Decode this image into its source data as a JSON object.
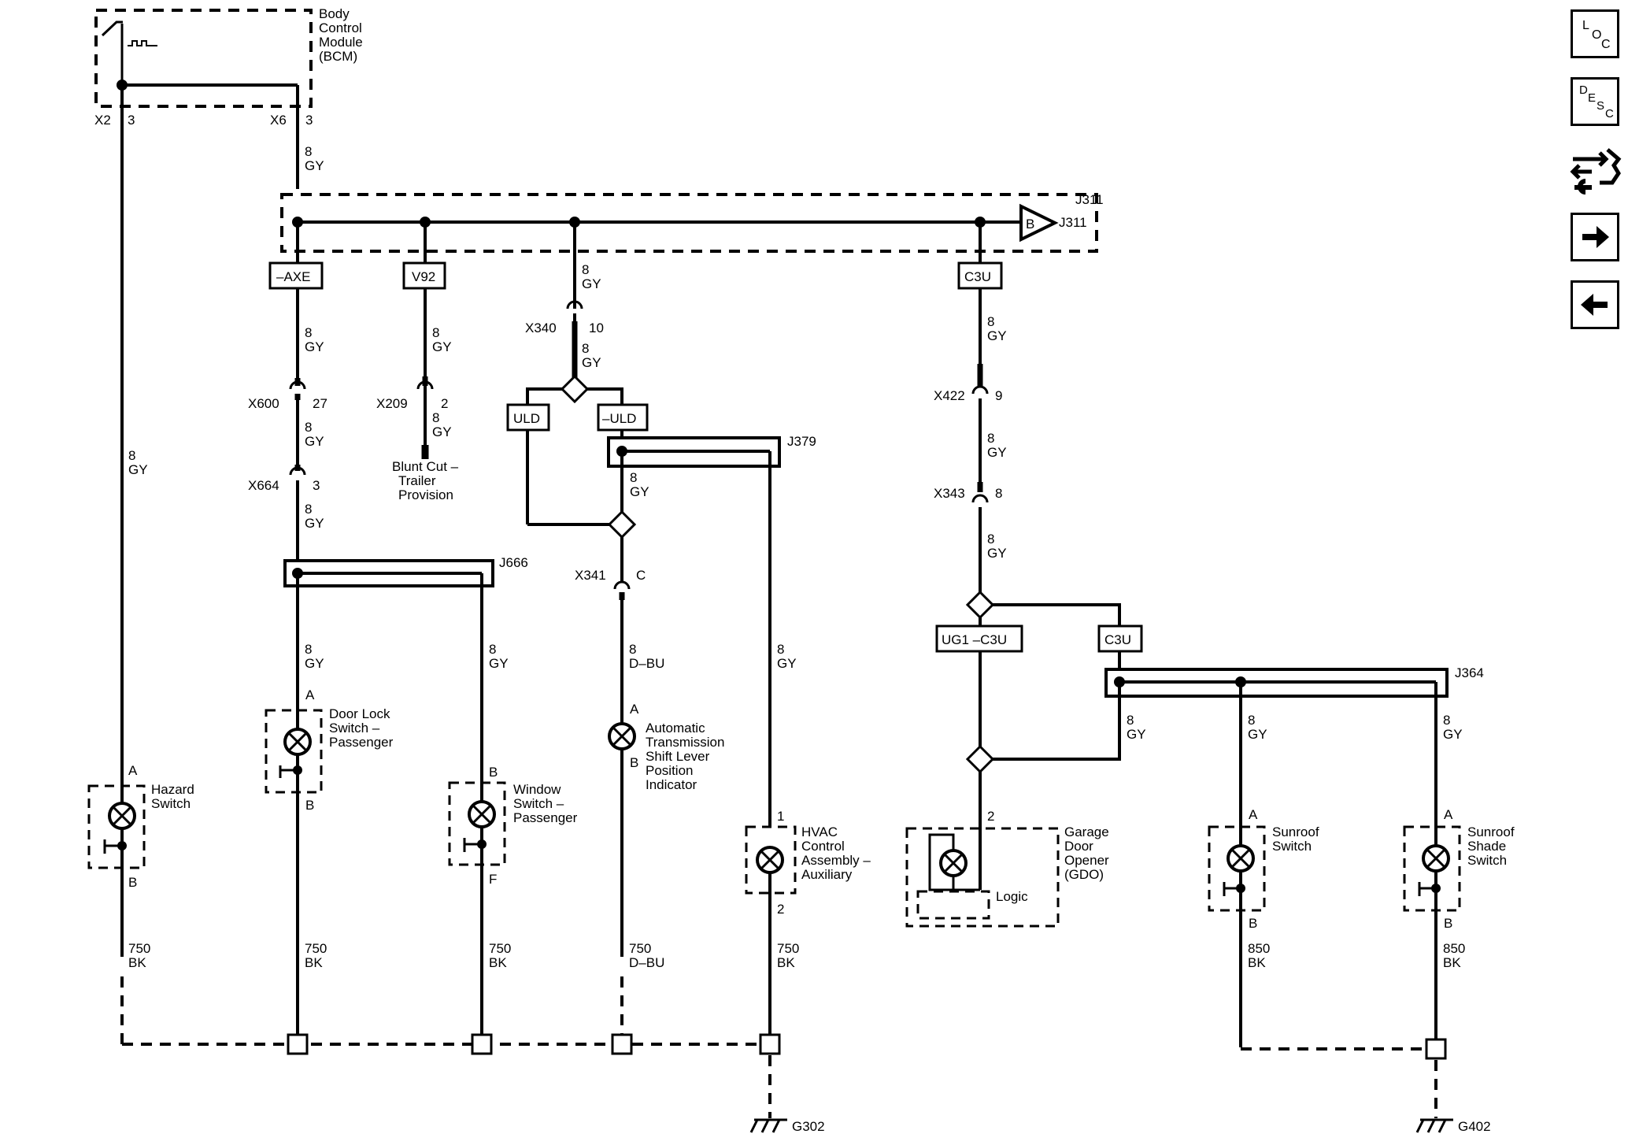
{
  "modules": {
    "bcm": [
      "Body",
      "Control",
      "Module",
      "(BCM)"
    ],
    "hazard": [
      "Hazard",
      "Switch"
    ],
    "door_lock": [
      "Door Lock",
      "Switch –",
      "Passenger"
    ],
    "window": [
      "Window",
      "Switch –",
      "Passenger"
    ],
    "trans": [
      "Automatic",
      "Transmission",
      "Shift Lever",
      "Position",
      "Indicator"
    ],
    "hvac": [
      "HVAC",
      "Control",
      "Assembly –",
      "Auxiliary"
    ],
    "gdo": [
      "Garage",
      "Door",
      "Opener",
      "(GDO)"
    ],
    "gdo_logic": "Logic",
    "sunroof": [
      "Sunroof",
      "Switch"
    ],
    "sunroof_shade": [
      "Sunroof",
      "Shade",
      "Switch"
    ],
    "blunt_cut": [
      "Blunt Cut –",
      "Trailer",
      "Provision"
    ]
  },
  "options": {
    "axe": "–AXE",
    "v92": "V92",
    "c3u_top": "C3U",
    "uld": "ULD",
    "nuld": "–ULD",
    "ug1": "UG1 –C3U",
    "c3u_low": "C3U"
  },
  "splices": {
    "j311": "J311",
    "j311_ref": "J311",
    "j311_letter": "B",
    "j379": "J379",
    "j666": "J666",
    "j364": "J364"
  },
  "connectors": {
    "x2": "X2",
    "x2_pin": "3",
    "x6": "X6",
    "x6_pin": "3",
    "x340": "X340",
    "x340_pin": "10",
    "x600": "X600",
    "x600_pin": "27",
    "x209": "X209",
    "x209_pin": "2",
    "x664": "X664",
    "x664_pin": "3",
    "x341": "X341",
    "x341_pin": "C",
    "x422": "X422",
    "x422_pin": "9",
    "x343": "X343",
    "x343_pin": "8"
  },
  "pins": {
    "A": "A",
    "B": "B",
    "F": "F",
    "1": "1",
    "2": "2"
  },
  "wires": {
    "w8": "8",
    "gy": "GY",
    "dbu": "D–BU",
    "w750": "750",
    "w850": "850",
    "bk": "BK"
  },
  "grounds": {
    "g302": "G302",
    "g402": "G402"
  },
  "nav": {
    "loc": [
      "L",
      "O",
      "C"
    ],
    "desc": [
      "D",
      "E",
      "S",
      "C"
    ]
  }
}
